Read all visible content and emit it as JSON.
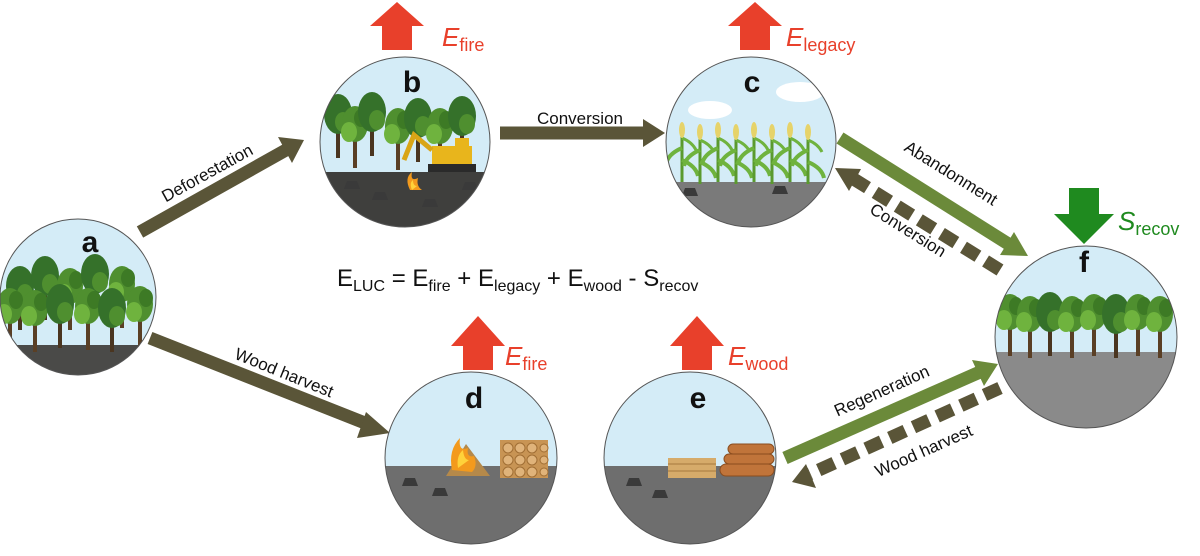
{
  "nodes": {
    "a": {
      "letter": "a",
      "scene": "intact forest"
    },
    "b": {
      "letter": "b",
      "scene": "deforestation with fire and excavator"
    },
    "c": {
      "letter": "c",
      "scene": "cropland (maize)"
    },
    "d": {
      "letter": "d",
      "scene": "burning wood pile and stacked logs"
    },
    "e": {
      "letter": "e",
      "scene": "harvested lumber and logs"
    },
    "f": {
      "letter": "f",
      "scene": "regrowing forest"
    }
  },
  "transitions": {
    "deforestation": "Deforestation",
    "wood_harvest_ad": "Wood harvest",
    "conversion_bc": "Conversion",
    "abandonment": "Abandonment",
    "conversion_fc": "Conversion",
    "regeneration": "Regeneration",
    "wood_harvest_fe": "Wood harvest"
  },
  "fluxes": {
    "b": {
      "symbol": "E",
      "subscript": "fire",
      "direction": "up",
      "color": "#e8402b"
    },
    "c": {
      "symbol": "E",
      "subscript": "legacy",
      "direction": "up",
      "color": "#e8402b"
    },
    "d": {
      "symbol": "E",
      "subscript": "fire",
      "direction": "up",
      "color": "#e8402b"
    },
    "e": {
      "symbol": "E",
      "subscript": "wood",
      "direction": "up",
      "color": "#e8402b"
    },
    "f": {
      "symbol": "S",
      "subscript": "recov",
      "direction": "down",
      "color": "#1f8a1f"
    }
  },
  "equation": {
    "lhs": "E",
    "lhs_sub": "LUC",
    "eq": " = ",
    "t1": "E",
    "t1_sub": "fire",
    "plus1": " + ",
    "t2": "E",
    "t2_sub": "legacy",
    "plus2": " + ",
    "t3": "E",
    "t3_sub": "wood",
    "minus": " - ",
    "t4": "S",
    "t4_sub": "recov"
  },
  "colors": {
    "arrow_dark": "#5a5538",
    "arrow_green": "#6b8a3a",
    "emission_red": "#e8402b",
    "sink_green": "#1f8a1f",
    "sky": "#d4ecf7",
    "ground": "#6e6e6e"
  }
}
